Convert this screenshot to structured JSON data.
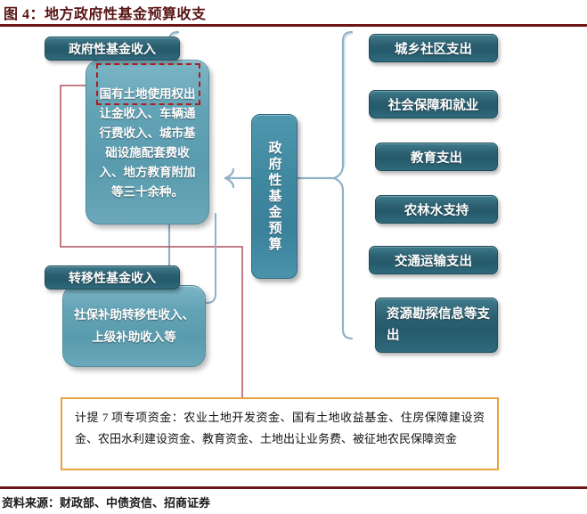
{
  "title": "图 4：地方政府性基金预算收支",
  "source": "资料来源：财政部、中债资信、招商证券",
  "colors": {
    "title_rule": "#6e1616",
    "title_text": "#5a1414",
    "dark_box": "#2d6172",
    "light_box": "#63a3b6",
    "center_box": "#3f88a0",
    "note_border": "#e8a33d",
    "highlight_dash": "#b01c1c",
    "connector": "#7fa6bd"
  },
  "left_column": {
    "income_header": "政府性基金收入",
    "income_detail": "国有土地使用权出让金收入、车辆通行费收入、城市基础设施配套费收入、地方教育附加等三十余种。",
    "transfer_header": "转移性基金收入",
    "transfer_detail": "社保补助转移性收入、上级补助收入等"
  },
  "center": {
    "label": "政府性基金预算"
  },
  "right_column": {
    "items": [
      {
        "label": "城乡社区支出"
      },
      {
        "label": "社会保障和就业"
      },
      {
        "label": "教育支出"
      },
      {
        "label": "农林水支持"
      },
      {
        "label": "交通运输支出"
      },
      {
        "label": "资源勘探信息等支出"
      }
    ]
  },
  "note": {
    "text": "计提 7 项专项资金：农业土地开发资金、国有土地收益基金、住房保障建设资金、农田水利建设资金、教育资金、土地出让业务费、被征地农民保障资金"
  },
  "highlight": {
    "term": "国有土地使用权出让金收入"
  }
}
